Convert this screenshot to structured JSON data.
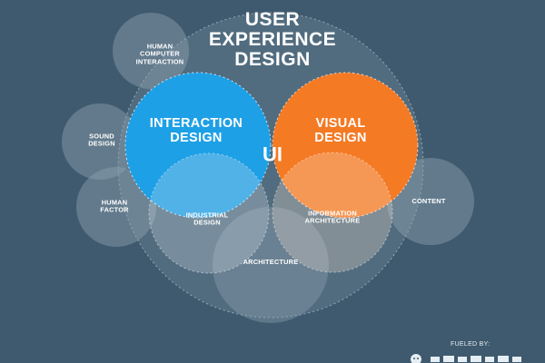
{
  "diagram": {
    "title": "USER\nEXPERIENCE\nDESIGN",
    "center_label": "UI",
    "circles": {
      "interaction": "INTERACTION\nDESIGN",
      "visual": "VISUAL\nDESIGN",
      "hci": "HUMAN\nCOMPUTER\nINTERACTION",
      "sound": "SOUND\nDESIGN",
      "human_factor": "HUMAN\nFACTOR",
      "industrial": "INDUSTRIAL\nDESIGN",
      "information": "INFORMATION\nARCHITECTURE",
      "content": "CONTENT",
      "architecture": "ARCHITECTURE"
    },
    "colors": {
      "background": "#3f5a6e",
      "interaction": "#1ea0e6",
      "visual": "#f47a24",
      "overlap": "#f6b421",
      "faint_circle": "#8ea2b1"
    }
  },
  "footer": {
    "fueled_by": "FUELED BY:"
  }
}
